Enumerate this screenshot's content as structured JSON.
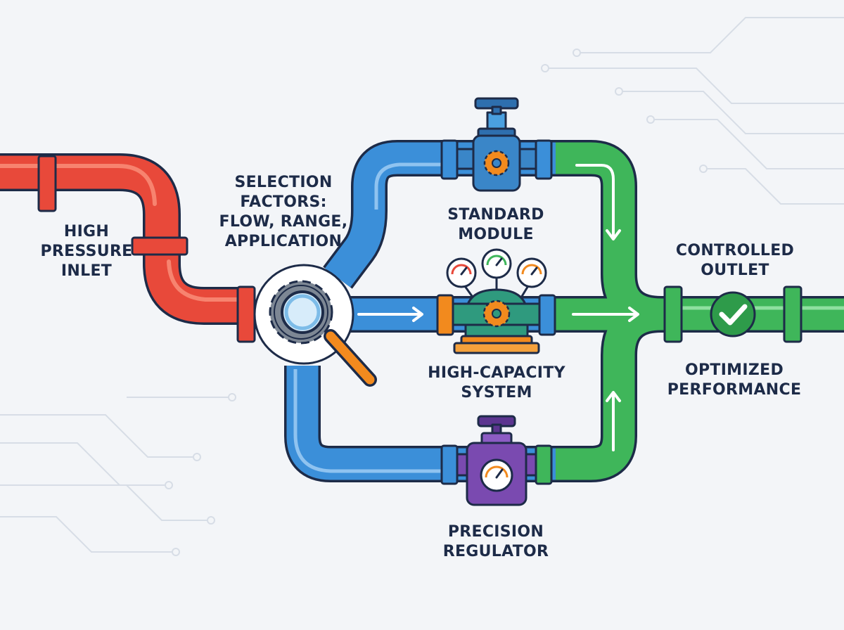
{
  "labels": {
    "inlet": [
      "HIGH",
      "PRESSURE",
      "INLET"
    ],
    "selection": [
      "SELECTION",
      "FACTORS:",
      "FLOW, RANGE,",
      "APPLICATION"
    ],
    "standard": [
      "STANDARD",
      "MODULE"
    ],
    "high_capacity": [
      "HIGH-CAPACITY",
      "SYSTEM"
    ],
    "precision": [
      "PRECISION",
      "REGULATOR"
    ],
    "outlet": [
      "CONTROLLED",
      "OUTLET"
    ],
    "performance": [
      "OPTIMIZED",
      "PERFORMANCE"
    ]
  },
  "colors": {
    "background": "#f3f5f8",
    "inlet_pipe": "#e8493a",
    "branch_pipe": "#3b8fd9",
    "outlet_pipe": "#3fb65a",
    "standard_valve": "#3a86c8",
    "high_capacity_unit": "#2f9a7e",
    "precision_valve": "#7a4ab0",
    "gear": "#f28a1e",
    "outline": "#1d2b48",
    "circuit_lines": "#d7dde6"
  },
  "icons": [
    "magnifier-gear-icon",
    "gear-icon",
    "pressure-gauge-icon",
    "check-icon",
    "flow-arrow-icon"
  ]
}
